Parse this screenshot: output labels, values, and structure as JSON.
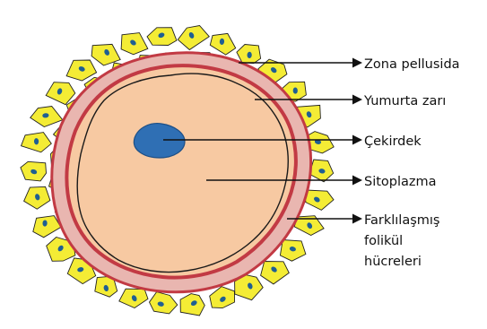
{
  "diagram": {
    "labels": {
      "zona_pellucida": "Zona pellusida",
      "egg_membrane": "Yumurta zarı",
      "nucleus": "Çekirdek",
      "cytoplasm": "Sitoplazma",
      "follicle_line1": "Farklılaşmış",
      "follicle_line2": "folikül",
      "follicle_line3": "hücreleri"
    },
    "colors": {
      "follicle_cell": "#f4ec35",
      "follicle_nucleus": "#1f5f92",
      "zona_pellucida": "#e9b6b0",
      "membrane": "#c23a44",
      "cytoplasm": "#f7c9a2",
      "nucleus": "#2f6fb4"
    }
  }
}
